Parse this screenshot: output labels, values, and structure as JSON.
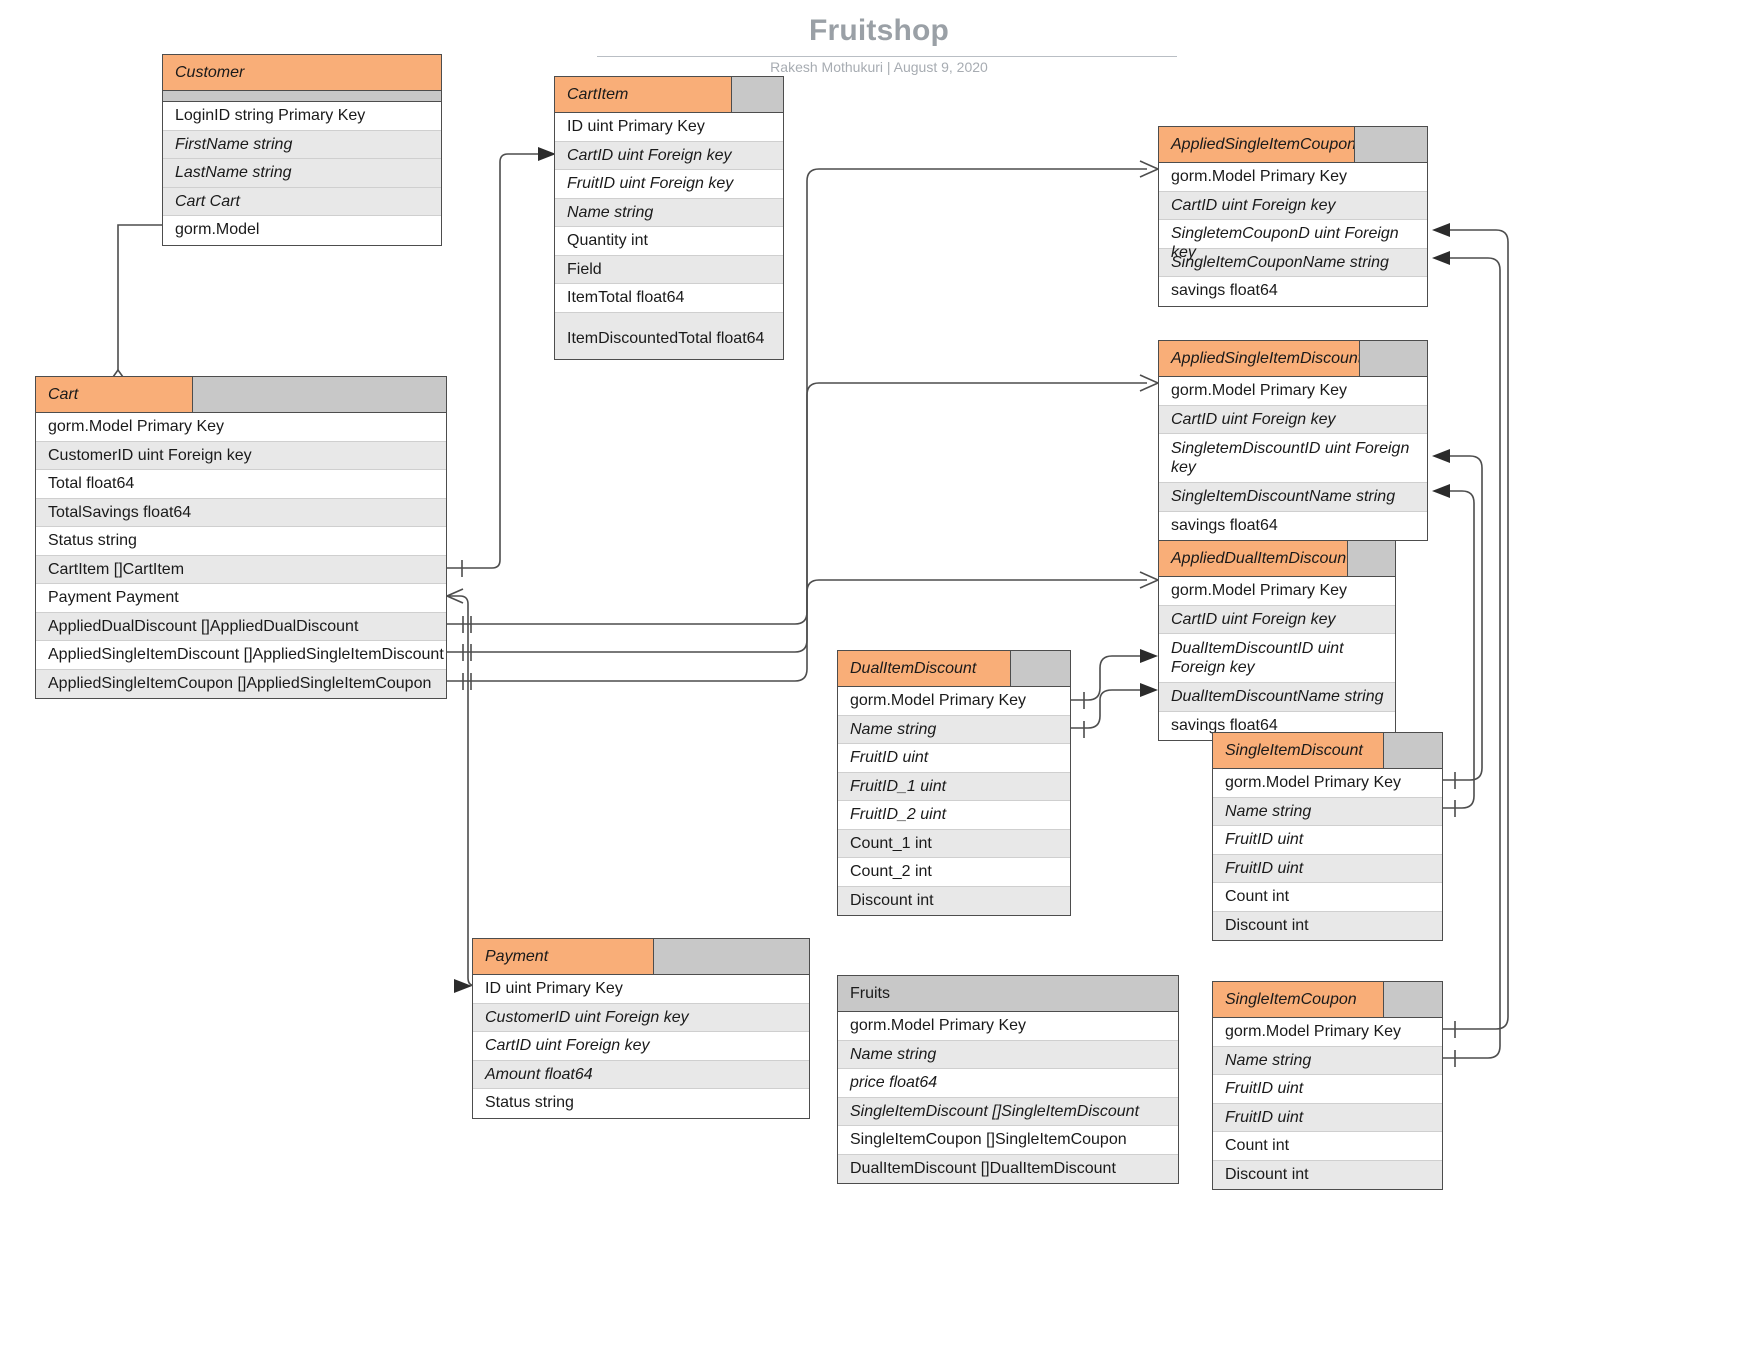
{
  "header": {
    "title": "Fruitshop",
    "byline": "Rakesh Mothukuri  |  August 9, 2020"
  },
  "colors": {
    "entity_header_accent": "#f9ae78",
    "entity_header_secondary": "#c8c8c8",
    "row_alt": "#e8e8e8",
    "border": "#4d4d4d",
    "title_text": "#9aa0a6"
  },
  "entities": {
    "customer": {
      "name": "Customer",
      "fields": [
        "LoginID string Primary Key",
        "FirstName string",
        "LastName string",
        "Cart Cart",
        "gorm.Model"
      ]
    },
    "cartitem": {
      "name": "CartItem",
      "fields": [
        "ID uint Primary Key",
        "CartID uint Foreign key",
        "FruitID uint Foreign key",
        "Name string",
        "Quantity int",
        "Field",
        "ItemTotal float64",
        "ItemDiscountedTotal float64"
      ]
    },
    "cart": {
      "name": "Cart",
      "fields": [
        "gorm.Model Primary Key",
        "CustomerID uint Foreign key",
        "Total float64",
        "TotalSavings float64",
        "Status string",
        "CartItem []CartItem",
        "Payment Payment",
        "AppliedDualDiscount []AppliedDualDiscount",
        "AppliedSingleItemDiscount []AppliedSingleItemDiscount",
        "AppliedSingleItemCoupon []AppliedSingleItemCoupon"
      ]
    },
    "applied_single_item_coupon": {
      "name": "AppliedSingleItemCoupon",
      "fields": [
        "gorm.Model Primary Key",
        "CartID uint Foreign key",
        "SingletemCouponD uint Foreign key",
        "SingleItemCouponName string",
        "savings float64"
      ]
    },
    "applied_single_item_discount": {
      "name": "AppliedSingleItemDiscount",
      "fields": [
        "gorm.Model Primary Key",
        "CartID uint Foreign key",
        "SingletemDiscountID uint Foreign key",
        "SingleItemDiscountName string",
        "savings float64"
      ]
    },
    "applied_dual_item_discount": {
      "name": "AppliedDualItemDiscount",
      "fields": [
        "gorm.Model Primary Key",
        "CartID uint Foreign key",
        "DualItemDiscountID uint Foreign key",
        "DualItemDiscountName string",
        "savings float64"
      ]
    },
    "dual_item_discount": {
      "name": "DualItemDiscount",
      "fields": [
        "gorm.Model Primary Key",
        "Name string",
        "FruitID uint",
        "FruitID_1 uint",
        "FruitID_2 uint",
        "Count_1 int",
        "Count_2 int",
        "Discount int"
      ]
    },
    "single_item_discount": {
      "name": "SingleItemDiscount",
      "fields": [
        "gorm.Model Primary Key",
        "Name string",
        "FruitID uint",
        "FruitID uint",
        "Count int",
        "Discount int"
      ]
    },
    "single_item_coupon": {
      "name": "SingleItemCoupon",
      "fields": [
        "gorm.Model Primary Key",
        "Name string",
        "FruitID uint",
        "FruitID uint",
        "Count int",
        "Discount int"
      ]
    },
    "payment": {
      "name": "Payment",
      "fields": [
        "ID uint Primary Key",
        "CustomerID uint Foreign key",
        "CartID uint Foreign key",
        "Amount float64",
        "Status string"
      ]
    },
    "fruits": {
      "name": "Fruits",
      "fields": [
        "gorm.Model Primary Key",
        "Name string",
        "price float64",
        "SingleItemDiscount []SingleItemDiscount",
        "SingleItemCoupon []SingleItemCoupon",
        "DualItemDiscount []DualItemDiscount"
      ]
    }
  }
}
